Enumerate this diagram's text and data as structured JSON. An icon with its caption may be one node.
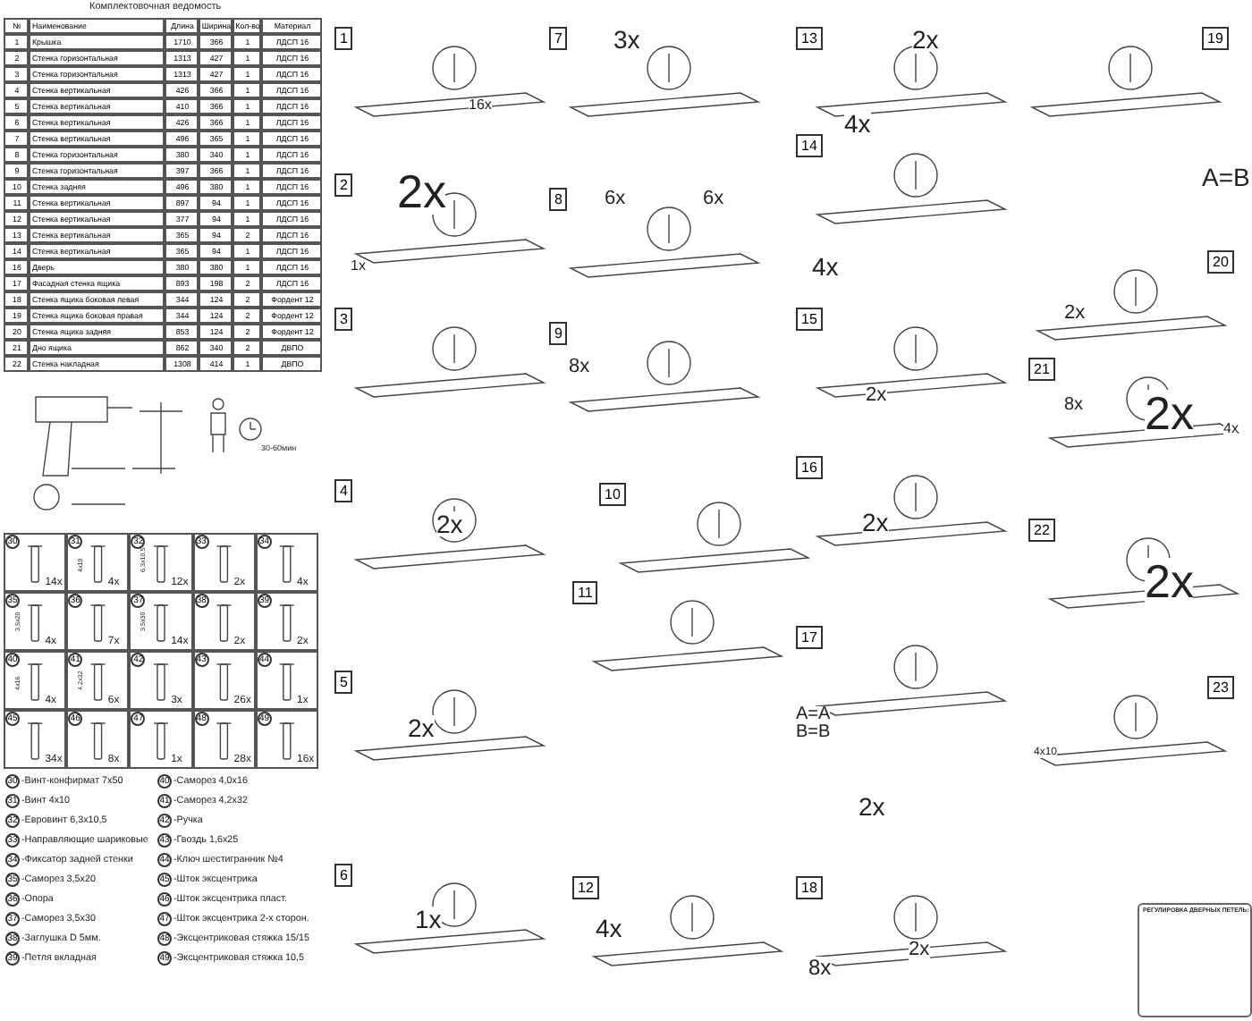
{
  "diagram": {
    "title": "Комплектовочная ведомость",
    "labels": [
      "№",
      "Наименование",
      "Длина",
      "Ширина",
      "Кол-во",
      "Материал",
      "1",
      "Крышка",
      "1710",
      "366",
      "1",
      "ЛДСП 16",
      "2",
      "Стенка горизонтальная",
      "1313",
      "427",
      "1",
      "ЛДСП 16",
      "3",
      "Стенка горизонтальная",
      "1313",
      "427",
      "1",
      "ЛДСП 16",
      "4",
      "Стенка вертикальная",
      "426",
      "366",
      "1",
      "ЛДСП 16",
      "5",
      "Стенка вертикальная",
      "410",
      "366",
      "1",
      "ЛДСП 16",
      "6",
      "Стенка вертикальная",
      "426",
      "366",
      "1",
      "ЛДСП 16",
      "7",
      "Стенка вертикальная",
      "496",
      "365",
      "1",
      "ЛДСП 16",
      "8",
      "Стенка горизонтальная",
      "380",
      "340",
      "1",
      "ЛДСП 16",
      "9",
      "Стенка горизонтальная",
      "397",
      "366",
      "1",
      "ЛДСП 16",
      "10",
      "Стенка задняя",
      "496",
      "380",
      "1",
      "ЛДСП 16",
      "11",
      "Стенка вертикальная",
      "897",
      "94",
      "1",
      "ЛДСП 16",
      "12",
      "Стенка вертикальная",
      "377",
      "94",
      "1",
      "ЛДСП 16",
      "13",
      "Стенка вертикальная",
      "365",
      "94",
      "2",
      "ЛДСП 16",
      "14",
      "Стенка вертикальная",
      "365",
      "94",
      "1",
      "ЛДСП 16",
      "16",
      "Дверь",
      "380",
      "380",
      "1",
      "ЛДСП 16",
      "17",
      "Фасадная стенка ящика",
      "893",
      "198",
      "2",
      "ЛДСП 16",
      "18",
      "Стенка ящика боковая левая",
      "344",
      "124",
      "2",
      "Фордент 12",
      "19",
      "Стенка ящика боковая правая",
      "344",
      "124",
      "2",
      "Фордент 12",
      "20",
      "Стенка ящика задняя",
      "853",
      "124",
      "2",
      "Фордент 12",
      "21",
      "Дно ящика",
      "862",
      "340",
      "2",
      "ДВПО",
      "22",
      "Стенка накладная",
      "1308",
      "414",
      "1",
      "ДВПО",
      "30",
      "14x",
      "31",
      "4x",
      "32",
      "12x",
      "33",
      "2x",
      "34",
      "4x",
      "35",
      "4x",
      "36",
      "7x",
      "37",
      "14x",
      "38",
      "2x",
      "39",
      "2x",
      "40",
      "4x",
      "41",
      "6x",
      "42",
      "3x",
      "43",
      "26x",
      "44",
      "1x",
      "45",
      "34x",
      "46",
      "8x",
      "47",
      "1x",
      "48",
      "28x",
      "49",
      "16x",
      "4x10",
      "6,3x10,5",
      "3,5x20",
      "3,5x30",
      "4x16",
      "4,2x32",
      "30",
      "-Винт-конфирмат 7х50",
      "31",
      "-Винт 4х10",
      "32",
      "-Евровинт 6,3х10,5",
      "33",
      "-Направляющие шариковые",
      "34",
      "-Фиксатор задней стенки",
      "35",
      "-Саморез 3,5х20",
      "36",
      "-Опора",
      "37",
      "-Саморез 3,5х30",
      "38",
      "-Заглушка D 5мм.",
      "39",
      "-Петля вкладная",
      "40",
      "-Саморез 4,0х16",
      "41",
      "-Саморез 4,2х32",
      "42",
      "-Ручка",
      "43",
      "-Гвоздь 1,6х25",
      "44",
      "-Ключ шестигранник №4",
      "45",
      "-Шток эксцентрика",
      "46",
      "-Шток эксцентрика пласт.",
      "47",
      "-Шток эксцентрика 2-х сторон.",
      "48",
      "-Эксцентриковая стяжка 15/15",
      "49",
      "-Эксцентриковая стяжка 10,5",
      "30-60мин",
      "1",
      "16x",
      "2",
      "2x",
      "1x",
      "3",
      "4",
      "2x",
      "5",
      "2x",
      "6",
      "1x",
      "7",
      "3x",
      "8",
      "6x",
      "6x",
      "9",
      "8x",
      "10",
      "11",
      "12",
      "4x",
      "13",
      "2x",
      "14",
      "4x",
      "4x",
      "15",
      "2x",
      "16",
      "2x",
      "17",
      "A=A",
      "B=B",
      "2x",
      "18",
      "8x",
      "2x",
      "19",
      "A=B",
      "20",
      "2x",
      "21",
      "8x",
      "2x",
      "4x",
      "22",
      "2x",
      "23",
      "4x10",
      "РЕГУЛИРОВКА ДВЕРНЫХ ПЕТЕЛЬ:"
    ]
  }
}
